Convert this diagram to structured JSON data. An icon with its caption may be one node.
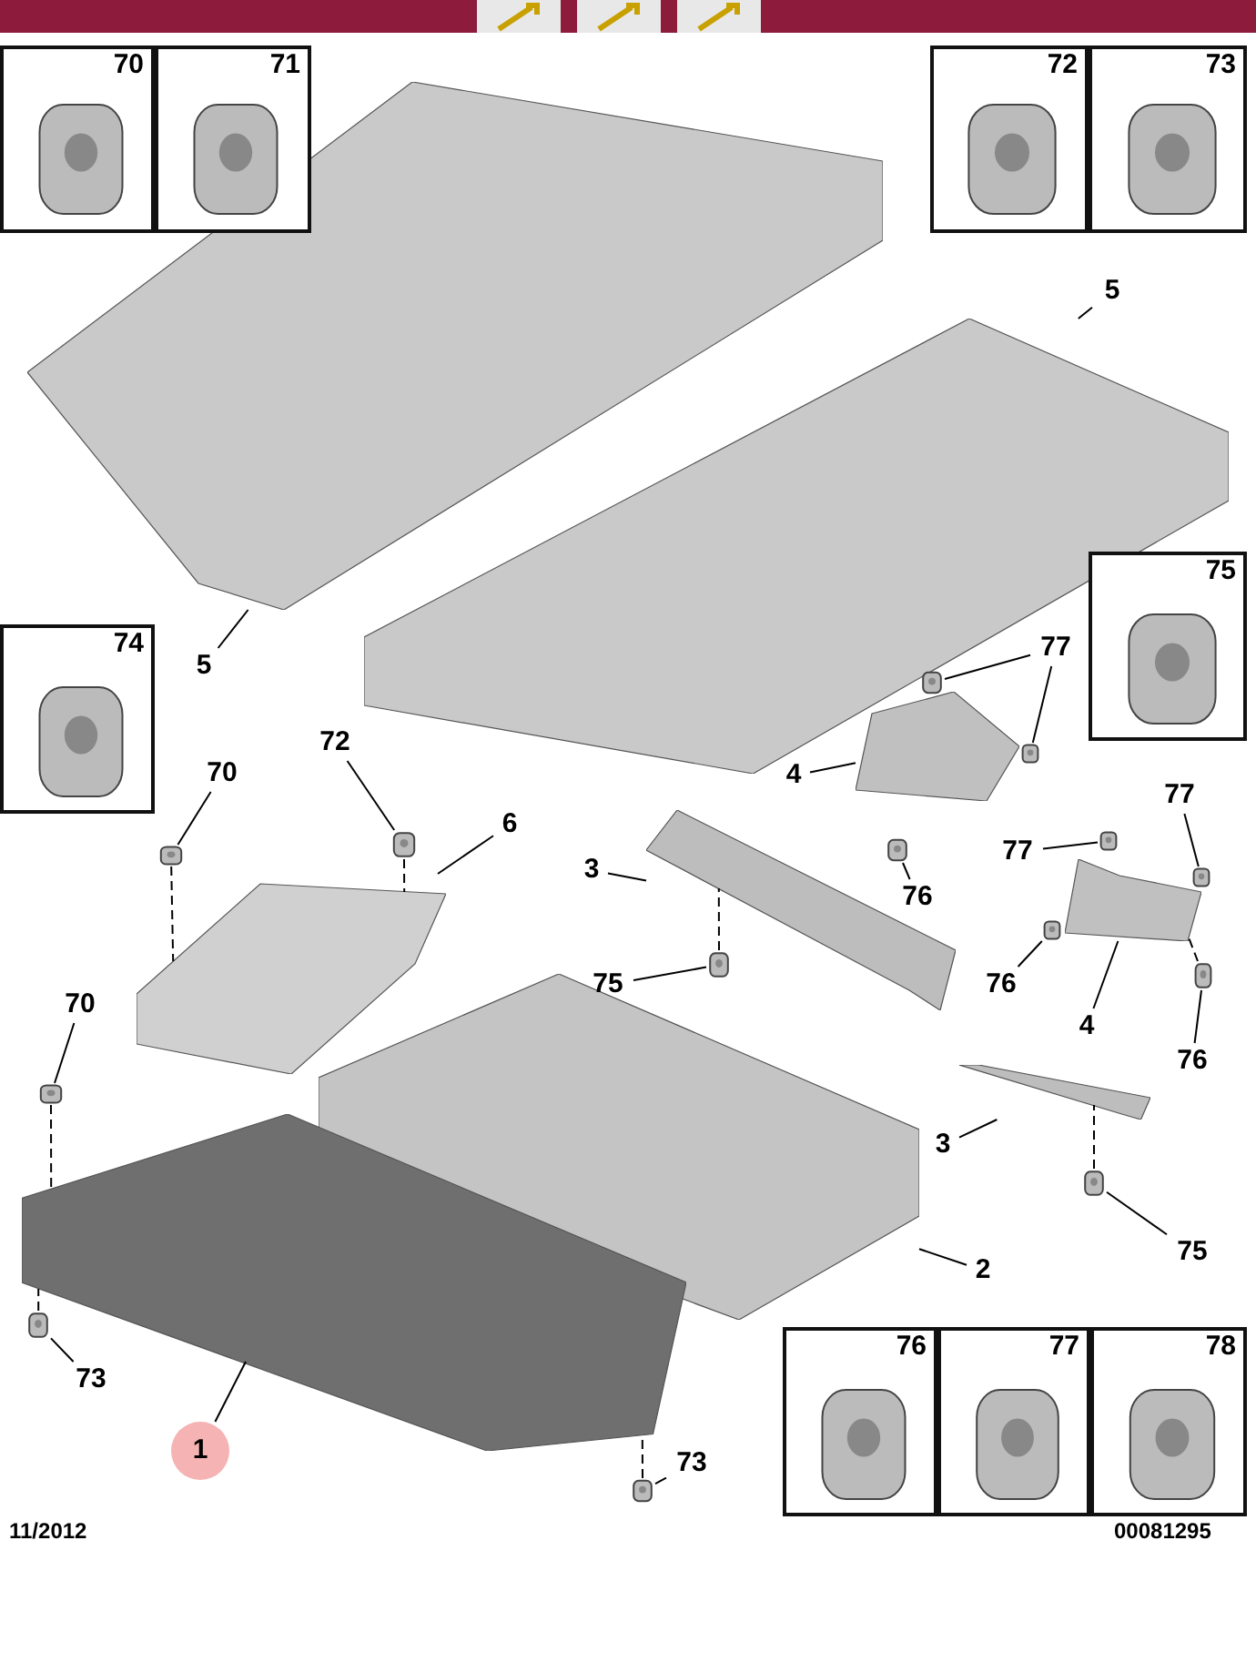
{
  "diagram": {
    "nodes": [
      {
        "text": [
          "70"
        ]
      },
      {
        "text": [],
        "shape": "picture",
        "in": 0
      },
      {
        "text": [
          "71"
        ]
      },
      {
        "text": [],
        "shape": "picture",
        "in": 2
      },
      {
        "text": [
          "72"
        ]
      },
      {
        "text": [],
        "shape": "picture",
        "in": 4
      },
      {
        "text": [
          "73"
        ]
      },
      {
        "text": [],
        "shape": "picture",
        "in": 6
      },
      {
        "text": [
          "5"
        ]
      },
      {
        "text": [],
        "shape": "picture"
      },
      {
        "text": [],
        "shape": "picture"
      },
      {
        "text": [
          "75"
        ]
      },
      {
        "text": [],
        "shape": "picture",
        "in": 11
      },
      {
        "text": [
          "74"
        ]
      },
      {
        "text": [],
        "shape": "picture",
        "in": 13
      },
      {
        "text": [
          "5"
        ]
      },
      {
        "text": [
          "77"
        ]
      },
      {
        "text": [],
        "shape": "picture"
      },
      {
        "text": [],
        "shape": "picture"
      },
      {
        "text": [
          "72"
        ]
      },
      {
        "text": [],
        "shape": "picture"
      },
      {
        "text": [
          "70"
        ]
      },
      {
        "text": [],
        "shape": "picture"
      },
      {
        "text": [
          "4"
        ]
      },
      {
        "text": [],
        "shape": "picture"
      },
      {
        "text": [
          "77"
        ]
      },
      {
        "text": [],
        "shape": "picture"
      },
      {
        "text": [
          "6"
        ]
      },
      {
        "text": [],
        "shape": "picture"
      },
      {
        "text": [
          "77"
        ]
      },
      {
        "text": [],
        "shape": "picture"
      },
      {
        "text": [
          "3"
        ]
      },
      {
        "text": [],
        "shape": "picture"
      },
      {
        "text": [
          "76"
        ]
      },
      {
        "text": [],
        "shape": "picture"
      },
      {
        "text": [
          "75"
        ]
      },
      {
        "text": [],
        "shape": "picture"
      },
      {
        "text": [
          "76"
        ]
      },
      {
        "text": [],
        "shape": "picture"
      },
      {
        "text": [
          "70"
        ]
      },
      {
        "text": [],
        "shape": "picture"
      },
      {
        "text": [
          "4"
        ]
      },
      {
        "text": [],
        "shape": "picture"
      },
      {
        "text": [
          "76"
        ]
      },
      {
        "text": [],
        "shape": "picture"
      },
      {
        "text": [
          "3"
        ]
      },
      {
        "text": [],
        "shape": "picture"
      },
      {
        "text": [],
        "shape": "picture"
      },
      {
        "text": [
          "75"
        ]
      },
      {
        "text": [],
        "shape": "picture"
      },
      {
        "text": [
          "2"
        ]
      },
      {
        "text": [
          "73"
        ]
      },
      {
        "text": [],
        "shape": "picture"
      },
      {
        "text": [
          "76"
        ]
      },
      {
        "text": [],
        "shape": "picture",
        "in": 53
      },
      {
        "text": [
          "77"
        ]
      },
      {
        "text": [],
        "shape": "picture",
        "in": 55
      },
      {
        "text": [
          "78"
        ]
      },
      {
        "text": [],
        "shape": "picture",
        "in": 57
      },
      {
        "text": [
          "1"
        ]
      },
      {
        "text": [],
        "shape": "picture"
      },
      {
        "text": [
          "73"
        ]
      },
      {
        "text": [],
        "shape": "picture"
      }
    ],
    "edges": [
      {
        "from": 8,
        "to": 10,
        "arrow": "none"
      },
      {
        "from": 15,
        "to": 9,
        "arrow": "none"
      },
      {
        "from": 16,
        "to": 17,
        "arrow": "none"
      },
      {
        "from": 16,
        "to": 18,
        "arrow": "none"
      },
      {
        "from": 19,
        "to": 20,
        "arrow": "none"
      },
      {
        "from": 21,
        "to": 22,
        "arrow": "none"
      },
      {
        "from": 23,
        "to": 24,
        "arrow": "none"
      },
      {
        "from": 25,
        "to": 26,
        "arrow": "none"
      },
      {
        "from": 27,
        "to": 28,
        "arrow": "none"
      },
      {
        "from": 29,
        "to": 30,
        "arrow": "none"
      },
      {
        "from": 31,
        "to": 32,
        "arrow": "none"
      },
      {
        "from": 33,
        "to": 34,
        "arrow": "none"
      },
      {
        "from": 35,
        "to": 36,
        "arrow": "none"
      },
      {
        "from": 37,
        "to": 38,
        "arrow": "none"
      },
      {
        "from": 39,
        "to": 40,
        "arrow": "none"
      },
      {
        "from": 41,
        "to": 42,
        "arrow": "none"
      },
      {
        "from": 43,
        "to": 44,
        "arrow": "none"
      },
      {
        "from": 45,
        "to": 46,
        "arrow": "none"
      },
      {
        "from": 48,
        "to": 49,
        "arrow": "none"
      },
      {
        "from": 50,
        "to": 47,
        "arrow": "none"
      },
      {
        "from": 51,
        "to": 52,
        "arrow": "none"
      },
      {
        "from": 59,
        "to": 60,
        "arrow": "none"
      },
      {
        "from": 61,
        "to": 62,
        "arrow": "none"
      },
      {
        "from": 20,
        "to": 28,
        "arrow": "none",
        "style": "dashed"
      },
      {
        "from": 22,
        "to": 28,
        "arrow": "none",
        "style": "dashed"
      },
      {
        "from": 36,
        "to": 32,
        "arrow": "none",
        "style": "dashed"
      },
      {
        "from": 40,
        "to": 60,
        "arrow": "none",
        "style": "dashed"
      },
      {
        "from": 52,
        "to": 60,
        "arrow": "none",
        "style": "dashed"
      },
      {
        "from": 62,
        "to": 60,
        "arrow": "none",
        "style": "dashed"
      },
      {
        "from": 49,
        "to": 46,
        "arrow": "none",
        "style": "dashed"
      },
      {
        "from": 44,
        "to": 42,
        "arrow": "none",
        "style": "dashed"
      }
    ],
    "labels": [
      "11/2012",
      "00081295"
    ]
  }
}
